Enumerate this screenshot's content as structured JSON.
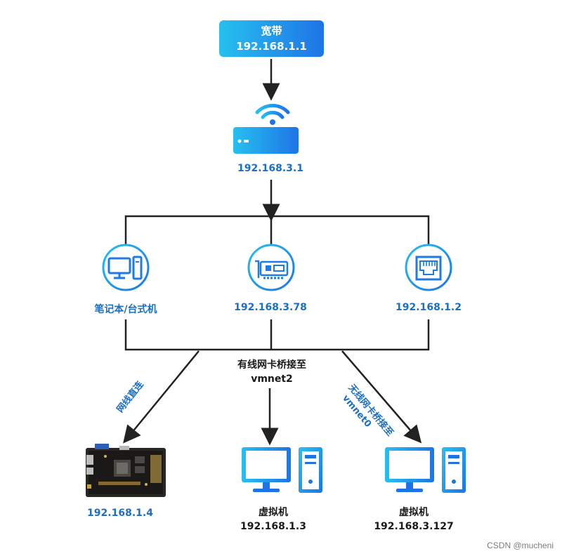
{
  "broadband": {
    "title": "宽带",
    "ip": "192.168.1.1"
  },
  "router": {
    "ip": "192.168.3.1"
  },
  "nodes": {
    "laptop": {
      "label": "笔记本/台式机"
    },
    "nic": {
      "label": "192.168.3.78"
    },
    "ethernet": {
      "label": "192.168.1.2"
    }
  },
  "edges": {
    "direct": {
      "label": "网线直连"
    },
    "wired_bridge": {
      "line1": "有线网卡桥接至",
      "line2": "vmnet2"
    },
    "wireless_bridge": {
      "line1": "无线网卡桥接至",
      "line2": "vmnet0"
    }
  },
  "bottom": {
    "board": {
      "ip": "192.168.1.4"
    },
    "vm1": {
      "name": "虚拟机",
      "ip": "192.168.1.3"
    },
    "vm2": {
      "name": "虚拟机",
      "ip": "192.168.3.127"
    }
  },
  "watermark": "CSDN @mucheni",
  "colors": {
    "accent": "#1c6fc4",
    "gradient_start": "#27c0ef",
    "gradient_end": "#1e74e6",
    "line": "#222222"
  }
}
